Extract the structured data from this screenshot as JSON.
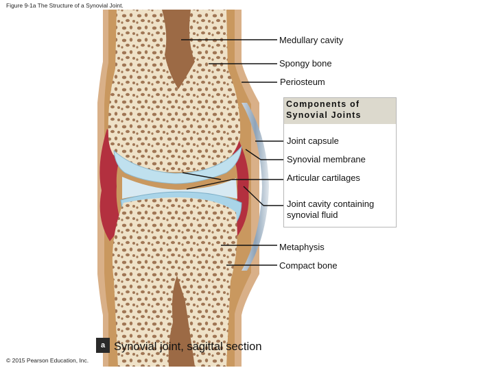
{
  "figure_title": "Figure 9-1a The Structure of a Synovial Joint.",
  "labels": {
    "medullary_cavity": "Medullary cavity",
    "spongy_bone": "Spongy bone",
    "periosteum": "Periosteum",
    "joint_capsule": "Joint capsule",
    "synovial_membrane": "Synovial membrane",
    "articular_cartilages": "Articular cartilages",
    "joint_cavity": "Joint cavity containing synovial fluid",
    "metaphysis": "Metaphysis",
    "compact_bone": "Compact bone"
  },
  "components_box": {
    "title_line1": "Components of",
    "title_line2": "Synovial Joints"
  },
  "caption": {
    "badge": "a",
    "text": "Synovial joint, sagittal section"
  },
  "copyright": "© 2015 Pearson Education, Inc.",
  "colors": {
    "compact_bone": "#d2a87a",
    "spongy_bone": "#efe2c8",
    "marrow": "#9c6a45",
    "cartilage": "#bfe0ee",
    "synovial_membrane": "#b3303f",
    "capsule": "#8ea3b8",
    "box_header": "#dcd9cd"
  }
}
